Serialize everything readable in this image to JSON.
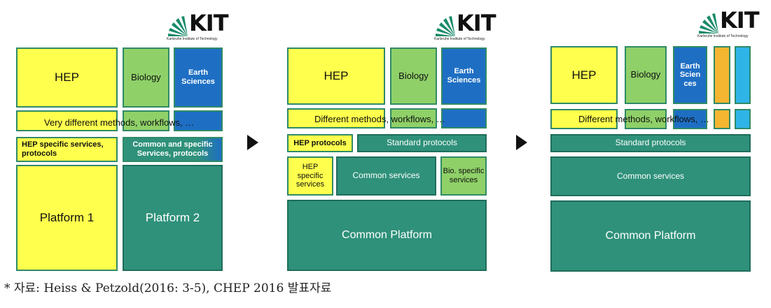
{
  "logo": {
    "text": "KIT",
    "subtitle": "Karlsruhe Institute of Technology"
  },
  "panel1": {
    "hep": "HEP",
    "biology": "Biology",
    "earth": "Earth Sciences",
    "methods": "Very different methods, workflows, …",
    "hep_services": "HEP specific services, protocols",
    "common_specific": "Common and specific Services, protocols",
    "platform1": "Platform 1",
    "platform2": "Platform 2"
  },
  "panel2": {
    "hep": "HEP",
    "biology": "Biology",
    "earth": "Earth Sciences",
    "methods": "Different methods, workflows, …",
    "hep_protocols": "HEP protocols",
    "standard_protocols": "Standard protocols",
    "hep_specific_services": "HEP specific services",
    "common_services": "Common services",
    "bio_specific_services": "Bio. specific services",
    "common_platform": "Common Platform"
  },
  "panel3": {
    "hep": "HEP",
    "biology": "Biology",
    "earth": "Earth Scien ces",
    "methods": "Different methods, workflows, …",
    "standard_protocols": "Standard protocols",
    "common_services": "Common services",
    "common_platform": "Common Platform"
  },
  "caption": "* 자료: Heiss & Petzold(2016: 3-5), CHEP 2016 발표자료",
  "colors": {
    "yellow": "#ffff4d",
    "green": "#8fd068",
    "blue": "#1e6fc4",
    "teal": "#2f917a",
    "orange": "#f4b531",
    "cyan": "#2fb4e8"
  }
}
